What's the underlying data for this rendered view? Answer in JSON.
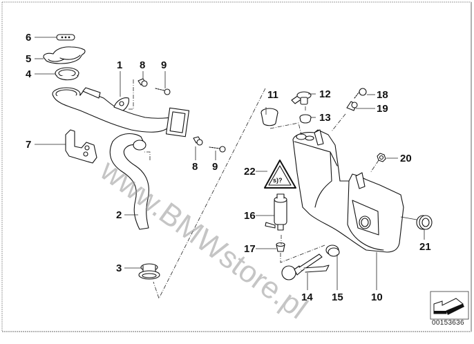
{
  "diagram": {
    "title": "Windshield washer reservoir assembly parts diagram",
    "diagram_number": "00153636",
    "watermark": "www.BMWstore.pl",
    "colors": {
      "line": "#111111",
      "frame": "#9a9a9a",
      "watermark": "#969696"
    },
    "callouts": [
      {
        "id": "6",
        "label": "6",
        "part": "seal"
      },
      {
        "id": "5",
        "label": "5",
        "part": "filler-cap"
      },
      {
        "id": "4",
        "label": "4",
        "part": "gasket-ring"
      },
      {
        "id": "1",
        "label": "1",
        "part": "filler-neck"
      },
      {
        "id": "8a",
        "label": "8",
        "part": "expanding-nut"
      },
      {
        "id": "9a",
        "label": "9",
        "part": "screw"
      },
      {
        "id": "7",
        "label": "7",
        "part": "bracket"
      },
      {
        "id": "8b",
        "label": "8",
        "part": "expanding-nut"
      },
      {
        "id": "9b",
        "label": "9",
        "part": "screw"
      },
      {
        "id": "2",
        "label": "2",
        "part": "hose"
      },
      {
        "id": "3",
        "label": "3",
        "part": "grommet"
      },
      {
        "id": "11",
        "label": "11",
        "part": "plug"
      },
      {
        "id": "12",
        "label": "12",
        "part": "level-sensor-connector"
      },
      {
        "id": "13",
        "label": "13",
        "part": "grommet"
      },
      {
        "id": "18",
        "label": "18",
        "part": "screw"
      },
      {
        "id": "19",
        "label": "19",
        "part": "expanding-nut"
      },
      {
        "id": "20",
        "label": "20",
        "part": "nut"
      },
      {
        "id": "22",
        "label": "22",
        "part": "warning-label"
      },
      {
        "id": "16",
        "label": "16",
        "part": "washer-pump"
      },
      {
        "id": "17",
        "label": "17",
        "part": "pump-seal"
      },
      {
        "id": "21",
        "label": "21",
        "part": "grommet"
      },
      {
        "id": "14",
        "label": "14",
        "part": "level-sensor"
      },
      {
        "id": "15",
        "label": "15",
        "part": "grommet"
      },
      {
        "id": "10",
        "label": "10",
        "part": "washer-reservoir"
      }
    ]
  }
}
